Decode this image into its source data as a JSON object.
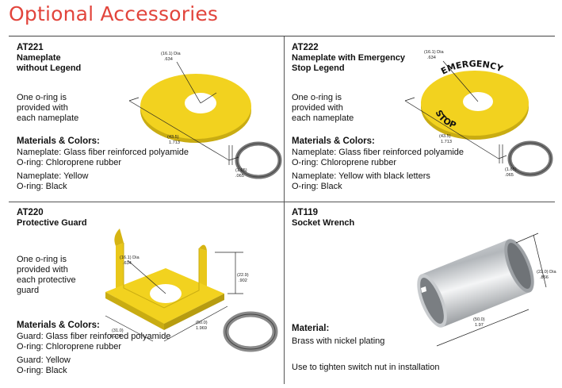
{
  "page": {
    "title": "Optional Accessories"
  },
  "cells": {
    "at221": {
      "code": "AT221",
      "name": [
        "Nameplate",
        "without Legend"
      ],
      "desc": [
        "One o-ring is",
        "provided with",
        "each nameplate"
      ],
      "mat_heading": "Materials & Colors:",
      "mat": [
        "Nameplate: Glass fiber reinforced polyamide",
        "O-ring: Chloroprene rubber"
      ],
      "colors": [
        "Nameplate: Yellow",
        "O-ring: Black"
      ],
      "dims": {
        "d1a": "(16.1) Dia",
        "d1b": ".634",
        "d2a": "(43.5)",
        "d2b": "1.713",
        "d3a": "(1.65)",
        "d3b": ".065"
      }
    },
    "at222": {
      "code": "AT222",
      "name": [
        "Nameplate with Emergency",
        "Stop Legend"
      ],
      "desc": [
        "One o-ring is",
        "provided with",
        "each nameplate"
      ],
      "mat_heading": "Materials & Colors:",
      "mat": [
        "Nameplate: Glass fiber reinforced polyamide",
        "O-ring: Chloroprene rubber"
      ],
      "colors": [
        "Nameplate: Yellow with black letters",
        "O-ring: Black"
      ],
      "legend_top": "EMERGENCY",
      "legend_bottom": "STOP",
      "dims": {
        "d1a": "(16.1) Dia",
        "d1b": ".634",
        "d2a": "(43.5)",
        "d2b": "1.713",
        "d3a": "(1.65)",
        "d3b": ".065"
      }
    },
    "at220": {
      "code": "AT220",
      "name": [
        "Protective Guard"
      ],
      "desc": [
        "One o-ring is",
        "provided with",
        "each protective",
        "guard"
      ],
      "mat_heading": "Materials & Colors:",
      "mat": [
        "Guard: Glass fiber reinforced polyamide",
        "O-ring: Chloroprene rubber"
      ],
      "colors": [
        "Guard: Yellow",
        "O-ring: Black"
      ],
      "dims": {
        "d1a": "(16.1) Dia",
        "d1b": ".634",
        "d2a": "(22.9)",
        "d2b": ".902",
        "d3a": "(50.0)",
        "d3b": "1.969",
        "d4a": "(31.0)",
        "d4b": "1.220"
      }
    },
    "at119": {
      "code": "AT119",
      "name": [
        "Socket Wrench"
      ],
      "mat_heading": "Material:",
      "mat": [
        "Brass with nickel plating"
      ],
      "usage": "Use to tighten switch nut in installation",
      "dims": {
        "d1a": "(22.0) Dia",
        "d1b": ".866",
        "d2a": "(50.0)",
        "d2b": "1.97"
      }
    }
  },
  "colors": {
    "title": "#e2453c",
    "yellow": "#f2d21f",
    "ring": "#6e6e6e",
    "steel": "#b9bcc0"
  }
}
